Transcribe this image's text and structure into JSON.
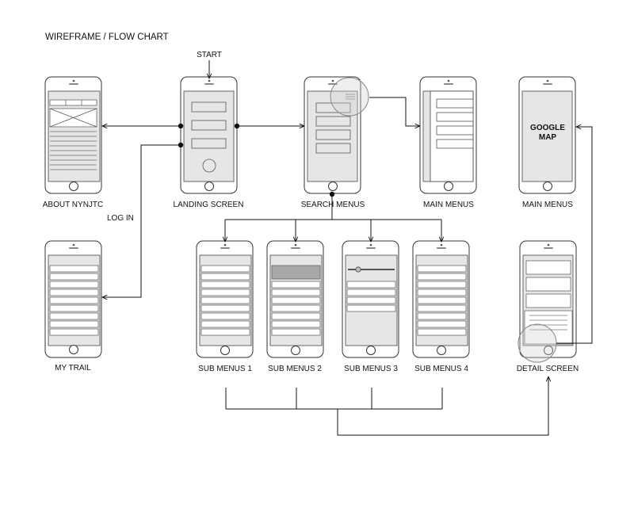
{
  "title": "WIREFRAME / FLOW CHART",
  "start_label": "START",
  "login_label": "LOG IN",
  "screens": {
    "about": "ABOUT NYNJTC",
    "landing": "LANDING SCREEN",
    "search": "SEARCH MENUS",
    "main": "MAIN MENUS",
    "map": "MAIN MENUS",
    "trail": "MY TRAIL",
    "sub1": "SUB MENUS 1",
    "sub2": "SUB MENUS 2",
    "sub3": "SUB MENUS 3",
    "sub4": "SUB MENUS 4",
    "detail": "DETAIL SCREEN"
  },
  "map_text": [
    "GOOGLE",
    "MAP"
  ],
  "colors": {
    "line": "#111111",
    "phone_stroke": "#333333",
    "screen_fill": "#e6e6e6",
    "selected_row": "#a8a8a8",
    "phone_fill": "#ffffff"
  }
}
